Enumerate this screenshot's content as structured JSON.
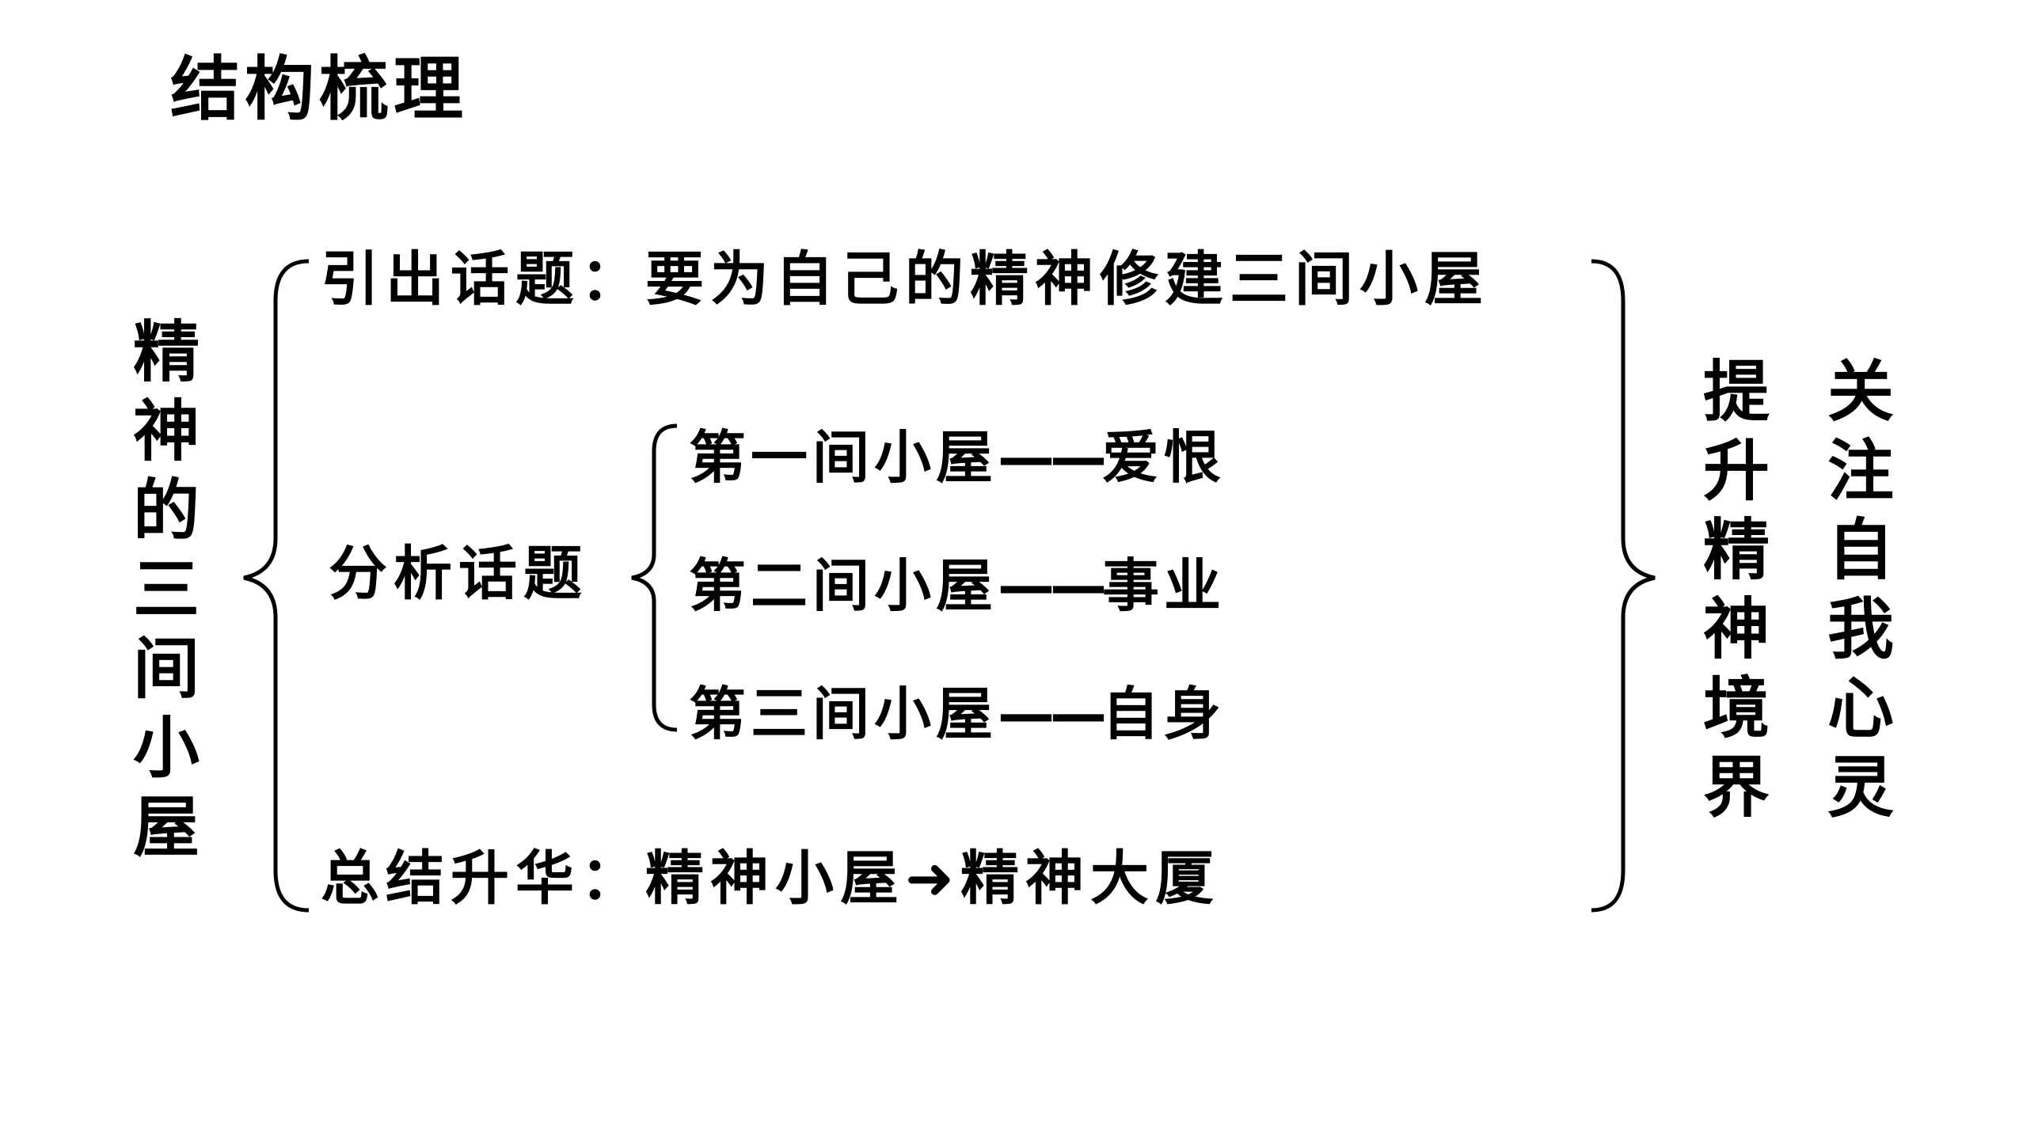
{
  "title": "结构梳理",
  "left_column": [
    "精",
    "神",
    "的",
    "三",
    "间",
    "小",
    "屋"
  ],
  "intro": {
    "label": "引出话题：",
    "text": "要为自己的精神修建三间小屋"
  },
  "analysis": {
    "label": "分析话题",
    "items": [
      {
        "room": "第一间小屋",
        "dash": "——",
        "topic": "爱恨"
      },
      {
        "room": "第二间小屋",
        "dash": "——",
        "topic": "事业"
      },
      {
        "room": "第三间小屋",
        "dash": "——",
        "topic": "自身"
      }
    ]
  },
  "summary": {
    "label": "总结升华：",
    "from": "精神小屋",
    "arrow": "➜",
    "to": "精神大厦"
  },
  "right_column_1": [
    "提",
    "升",
    "精",
    "神",
    "境",
    "界"
  ],
  "right_column_2": [
    "关",
    "注",
    "自",
    "我",
    "心",
    "灵"
  ]
}
